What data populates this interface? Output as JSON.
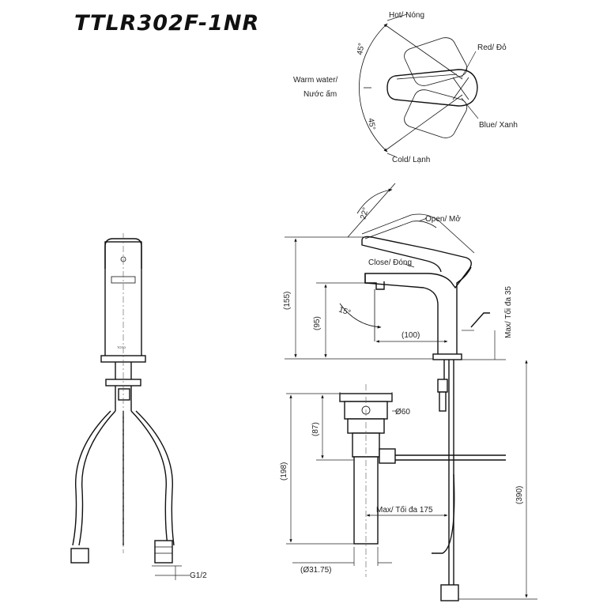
{
  "title": "TTLR302F-1NR",
  "top_view": {
    "hot": "Hot/ Nóng",
    "warm_line1": "Warm water/",
    "warm_line2": "Nước ấm",
    "red": "Red/ Đỏ",
    "blue": "Blue/ Xanh",
    "cold": "Cold/ Lạnh",
    "angle_hot": "45°",
    "angle_cold": "45°"
  },
  "side_view": {
    "open": "Open/ Mở",
    "close": "Close/ Đóng",
    "angle_handle": "22°",
    "angle_spout": "15°",
    "dim_height": "(155)",
    "dim_spout": "(95)",
    "dim_reach": "(100)",
    "dim_max_thickness": "Max/ Tối đa 35",
    "dim_total": "(390)"
  },
  "drain": {
    "dim_dia60": "Ø60",
    "dim_87": "(87)",
    "dim_198": "(198)",
    "dim_max175": "Max/ Tối đa 175",
    "dim_dia31": "(Ø31.75)"
  },
  "front_view": {
    "thread": "G1/2",
    "brand": "TOTO"
  }
}
